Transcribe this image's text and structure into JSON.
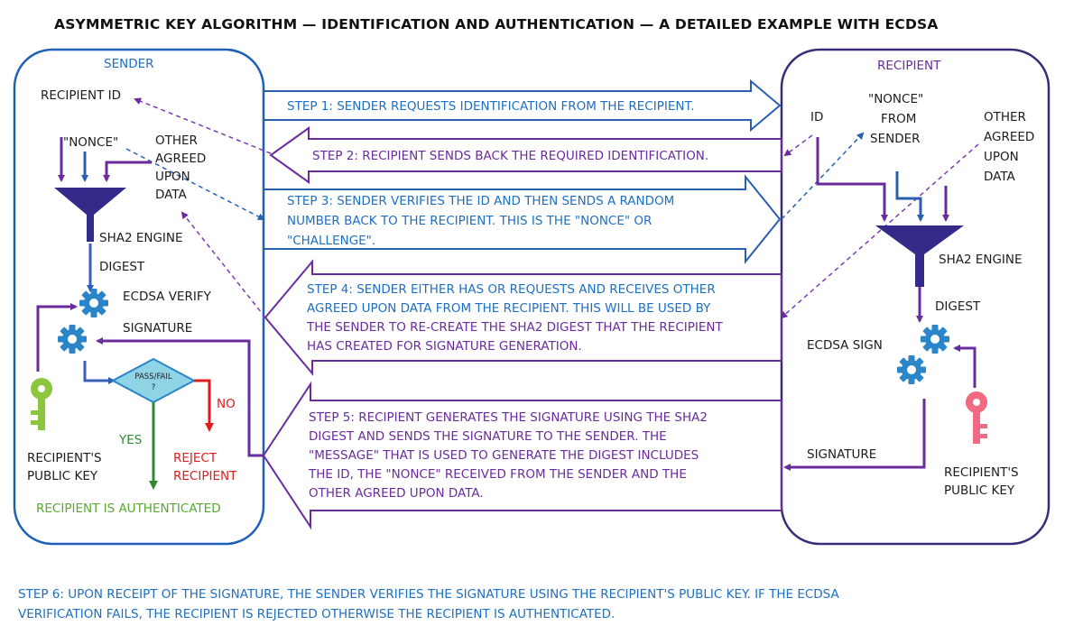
{
  "title": "ASYMMETRIC KEY ALGORITHM — IDENTIFICATION AND AUTHENTICATION — A DETAILED EXAMPLE WITH ECDSA",
  "sender": {
    "heading": "SENDER",
    "recipient_id": "RECIPIENT ID",
    "nonce": "\"NONCE\"",
    "other_data": [
      "OTHER",
      "AGREED",
      "UPON",
      "DATA"
    ],
    "sha2_engine": "SHA2 ENGINE",
    "digest": "DIGEST",
    "ecdsa_verify": "ECDSA VERIFY",
    "signature": "SIGNATURE",
    "pass_fail": [
      "PASS/FAIL",
      "?"
    ],
    "no": "NO",
    "yes": "YES",
    "reject": [
      "REJECT",
      "RECIPIENT"
    ],
    "public_key": [
      "RECIPIENT'S",
      "PUBLIC KEY"
    ],
    "authenticated": "RECIPIENT IS AUTHENTICATED"
  },
  "recipient": {
    "heading": "RECIPIENT",
    "id": "ID",
    "nonce": [
      "\"NONCE\"",
      "FROM",
      "SENDER"
    ],
    "other_data": [
      "OTHER",
      "AGREED",
      "UPON",
      "DATA"
    ],
    "sha2_engine": "SHA2 ENGINE",
    "digest": "DIGEST",
    "ecdsa_sign": "ECDSA SIGN",
    "signature": "SIGNATURE",
    "public_key": [
      "RECIPIENT'S",
      "PUBLIC KEY"
    ]
  },
  "steps": {
    "step1": [
      "STEP 1: SENDER REQUESTS IDENTIFICATION FROM THE RECIPIENT."
    ],
    "step2": [
      "STEP 2: RECIPIENT SENDS BACK THE REQUIRED  IDENTIFICATION."
    ],
    "step3": [
      "STEP 3: SENDER VERIFIES THE ID AND THEN SENDS A RANDOM",
      "NUMBER BACK TO THE RECIPIENT. THIS IS THE  \"NONCE\" OR",
      "\"CHALLENGE\"."
    ],
    "step4": [
      "STEP 4: SENDER EITHER HAS OR REQUESTS AND RECEIVES OTHER",
      "AGREED UPON DATA FROM THE RECIPIENT. THIS WILL BE USED BY",
      "THE SENDER TO RE-CREATE THE SHA2 DIGEST THAT THE RECIPIENT",
      "HAS CREATED FOR SIGNATURE GENERATION."
    ],
    "step5": [
      "STEP 5: RECIPIENT GENERATES THE SIGNATURE USING THE SHA2",
      "DIGEST AND SENDS THE SIGNATURE TO THE SENDER. THE",
      "\"MESSAGE\" THAT IS USED TO GENERATE THE DIGEST INCLUDES",
      "THE ID, THE \"NONCE\" RECEIVED FROM THE SENDER AND THE",
      "OTHER AGREED UPON DATA."
    ],
    "step6": [
      "STEP 6: UPON RECEIPT OF THE SIGNATURE, THE SENDER VERIFIES THE SIGNATURE USING THE RECIPIENT'S PUBLIC KEY. IF THE ECDSA",
      "VERIFICATION FAILS, THE RECIPIENT IS REJECTED OTHERWISE THE RECIPIENT IS AUTHENTICATED."
    ]
  },
  "colors": {
    "blue": "#1f6fc0",
    "purple": "#6a2c9c",
    "navy": "#3a2a8c",
    "green": "#5aa832",
    "dark_green": "#2f8a30",
    "red": "#e01c1c",
    "pink_key": "#f06b82",
    "teal_diamond": "#8fd4e6",
    "gear_blue": "#2a86c8"
  }
}
